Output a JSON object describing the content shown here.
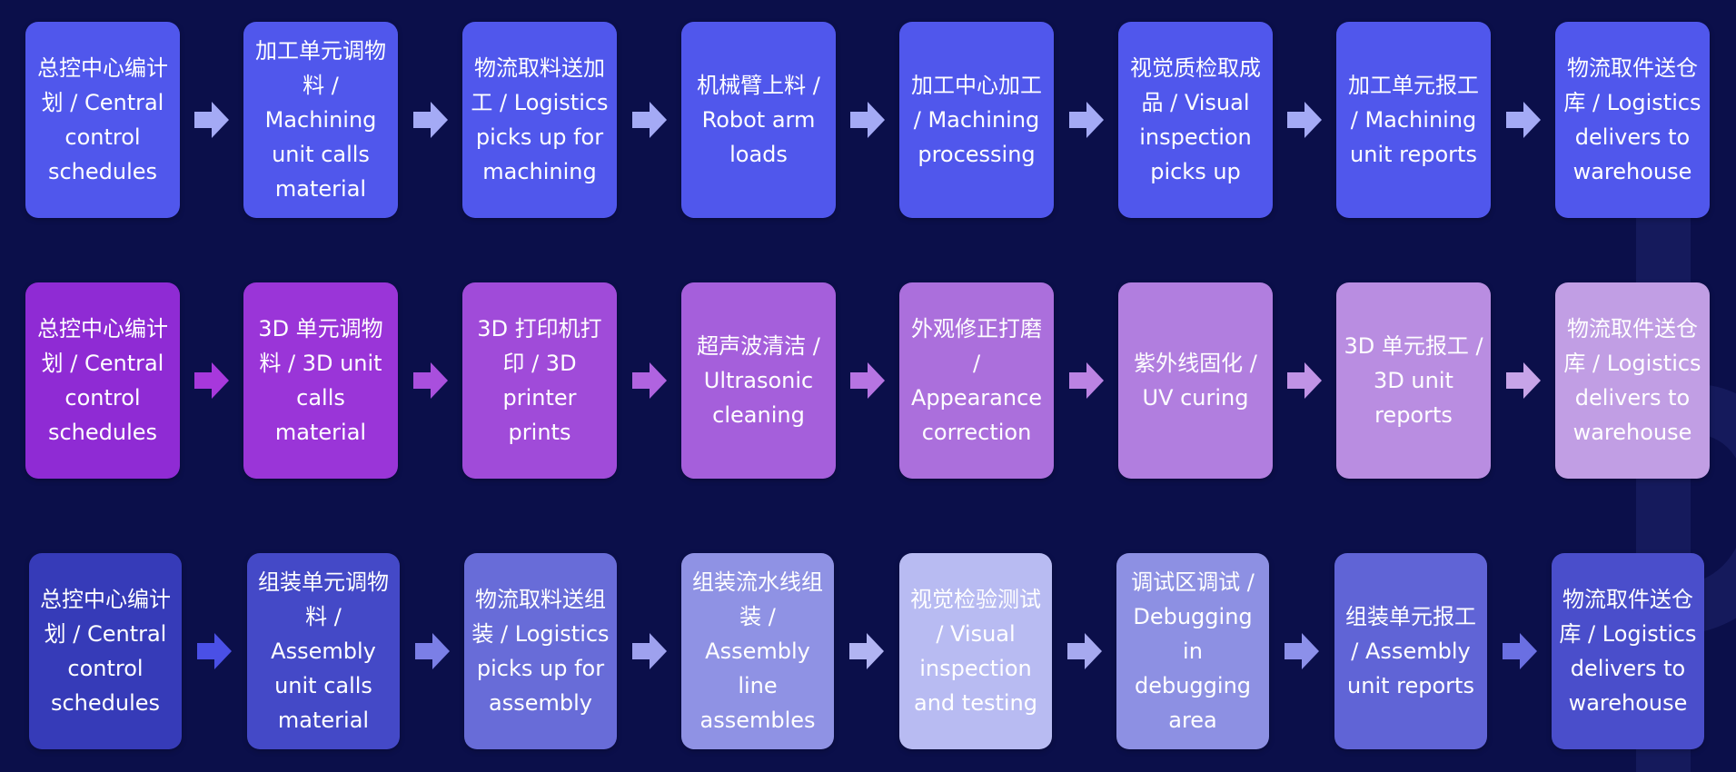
{
  "rows": [
    {
      "steps": [
        {
          "label": "总控中心编计划 / Central control schedules",
          "color": "#5057ec"
        },
        {
          "label": "加工单元调物料 / Machining unit calls material",
          "color": "#5057ec"
        },
        {
          "label": "物流取料送加工 / Logistics picks up for machining",
          "color": "#5057ec"
        },
        {
          "label": "机械臂上料 / Robot arm loads",
          "color": "#5057ec"
        },
        {
          "label": "加工中心加工 / Machining processing",
          "color": "#5057ec"
        },
        {
          "label": "视觉质检取成品 / Visual inspection picks up",
          "color": "#5057ec"
        },
        {
          "label": "加工单元报工 / Machining unit reports",
          "color": "#5057ec"
        },
        {
          "label": "物流取件送仓库 / Logistics delivers to warehouse",
          "color": "#5057ec"
        }
      ],
      "arrow_colors": [
        "#a4aaf5",
        "#a4aaf5",
        "#a4aaf5",
        "#a4aaf5",
        "#a4aaf5",
        "#a4aaf5",
        "#a4aaf5"
      ]
    },
    {
      "steps": [
        {
          "label": "总控中心编计划 / Central control schedules",
          "color": "#8f2bd4"
        },
        {
          "label": "3D 单元调物料 / 3D unit calls material",
          "color": "#9a35d8"
        },
        {
          "label": "3D 打印机打印 / 3D printer prints",
          "color": "#a04bd9"
        },
        {
          "label": "超声波清洁 / Ultrasonic cleaning",
          "color": "#a55fdb"
        },
        {
          "label": "外观修正打磨 / Appearance correction",
          "color": "#ab6fdc"
        },
        {
          "label": "紫外线固化 / UV curing",
          "color": "#b17edf"
        },
        {
          "label": "3D 单元报工 / 3D unit reports",
          "color": "#b98de1"
        },
        {
          "label": "物流取件送仓库 / Logistics delivers to warehouse",
          "color": "#c19ee4"
        }
      ],
      "arrow_colors": [
        "#a738dc",
        "#a94fdd",
        "#b063e0",
        "#b674e2",
        "#bb83e3",
        "#c093e6",
        "#c7a4e8"
      ]
    },
    {
      "steps": [
        {
          "label": "总控中心编计划 / Central control schedules",
          "color": "#363bb8"
        },
        {
          "label": "组装单元调物料 / Assembly unit calls material",
          "color": "#4449c7"
        },
        {
          "label": "物流取料送组装 / Logistics picks up for assembly",
          "color": "#686cd8"
        },
        {
          "label": "组装流水线组装 / Assembly line assembles",
          "color": "#8f92e4"
        },
        {
          "label": "视觉检验测试 / Visual inspection and testing",
          "color": "#b8bbf2"
        },
        {
          "label": "调试区调试 / Debugging in debugging area",
          "color": "#8d90e3"
        },
        {
          "label": "组装单元报工 / Assembly unit reports",
          "color": "#6064d6"
        },
        {
          "label": "物流取件送仓库 / Logistics delivers to warehouse",
          "color": "#4a4ecb"
        }
      ],
      "arrow_colors": [
        "#4a50e6",
        "#7b7fe6",
        "#9ea1ee",
        "#b1b4f2",
        "#a6a9ef",
        "#8c90ea",
        "#6a6fe2"
      ]
    }
  ]
}
